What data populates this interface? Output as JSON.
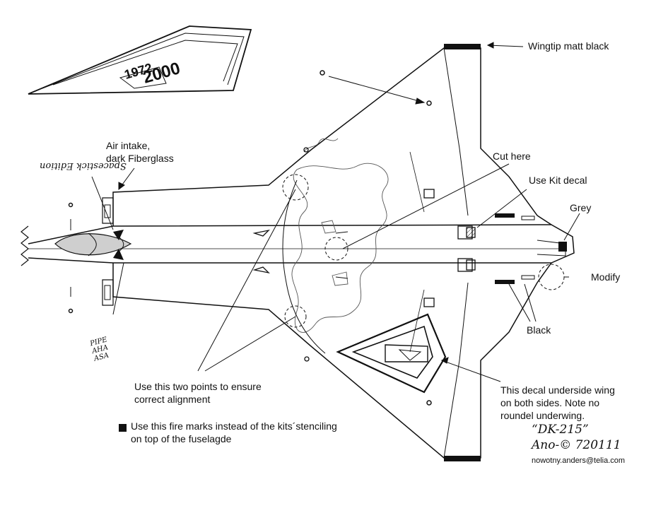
{
  "fin_text": {
    "year_a": "1972",
    "year_b": "2000"
  },
  "labels": {
    "wingtip": "Wingtip matt black",
    "air_intake": "Air intake,\ndark Fiberglass",
    "cut_here": "Cut here",
    "use_kit_decal": "Use Kit decal",
    "grey": "Grey",
    "modify": "Modify",
    "black": "Black",
    "alignment": "Use this two points to ensure\ncorrect alignment",
    "fire_marks": "Use this fire marks instead of the kits´stenciling\non top of the fuselagde",
    "decal_note": "This decal underside wing\non both sides. Note no\nroundel underwing."
  },
  "credits": {
    "model": "“DK-215”",
    "author": "Ano-© 720111",
    "email": "nowotny.anders@telia.com"
  },
  "handwriting": {
    "signature": "Spacestick Edition",
    "pipe_note": "PIPE\nAHA\nASA"
  },
  "colors": {
    "ink": "#111111",
    "paper": "#ffffff",
    "grey_scribble": "#777777"
  }
}
